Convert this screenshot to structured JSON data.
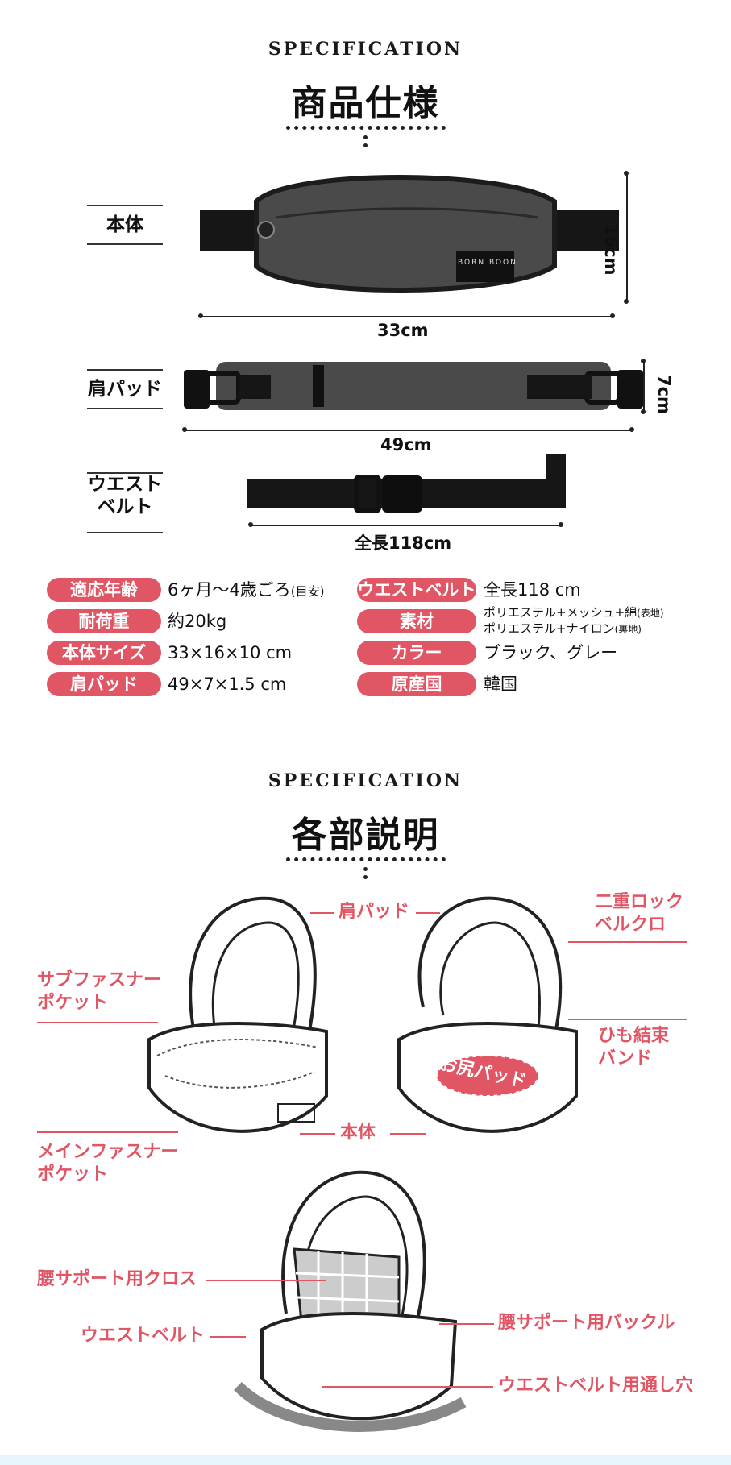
{
  "section1": {
    "eyebrow": "SPECIFICATION",
    "title": "商品仕様"
  },
  "parts": {
    "body_label": "本体",
    "body_width": "33cm",
    "body_height": "16cm",
    "pad_label": "肩パッド",
    "pad_width": "49cm",
    "pad_height": "7cm",
    "belt_label_1": "ウエスト",
    "belt_label_2": "ベルト",
    "belt_length": "全長118cm",
    "brand": "BORN BOON"
  },
  "specs": {
    "left": [
      {
        "key": "適応年齢",
        "value": "6ヶ月〜4歳ごろ",
        "note": "(目安)"
      },
      {
        "key": "耐荷重",
        "value": "約20kg"
      },
      {
        "key": "本体サイズ",
        "value": "33×16×10 cm"
      },
      {
        "key": "肩パッド",
        "value": "49×7×1.5 cm"
      }
    ],
    "right": [
      {
        "key": "ウエストベルト",
        "value": "全長118 cm"
      },
      {
        "key": "素材",
        "line1": "ポリエステル+メッシュ+綿",
        "line1_note": "(表地)",
        "line2": "ポリエステル+ナイロン",
        "line2_note": "(裏地)"
      },
      {
        "key": "カラー",
        "value": "ブラック、グレー"
      },
      {
        "key": "原産国",
        "value": "韓国"
      }
    ]
  },
  "section2": {
    "eyebrow": "SPECIFICATION",
    "title": "各部説明"
  },
  "callouts": {
    "shoulder_pad": "肩パッド",
    "double_lock": "二重ロック\nベルクロ",
    "sub_pocket": "サブファスナー\nポケット",
    "strap_band": "ひも結束\nバンド",
    "hip_pad": "お尻パッド",
    "body": "本体",
    "main_pocket": "メインファスナー\nポケット",
    "waist_cloth": "腰サポート用クロス",
    "waist_buckle": "腰サポート用バックル",
    "waist_belt": "ウエストベルト",
    "belt_hole": "ウエストベルト用通し穴"
  },
  "colors": {
    "accent": "#e05665",
    "fabric": "#4a4a4a",
    "strap": "#161616"
  }
}
